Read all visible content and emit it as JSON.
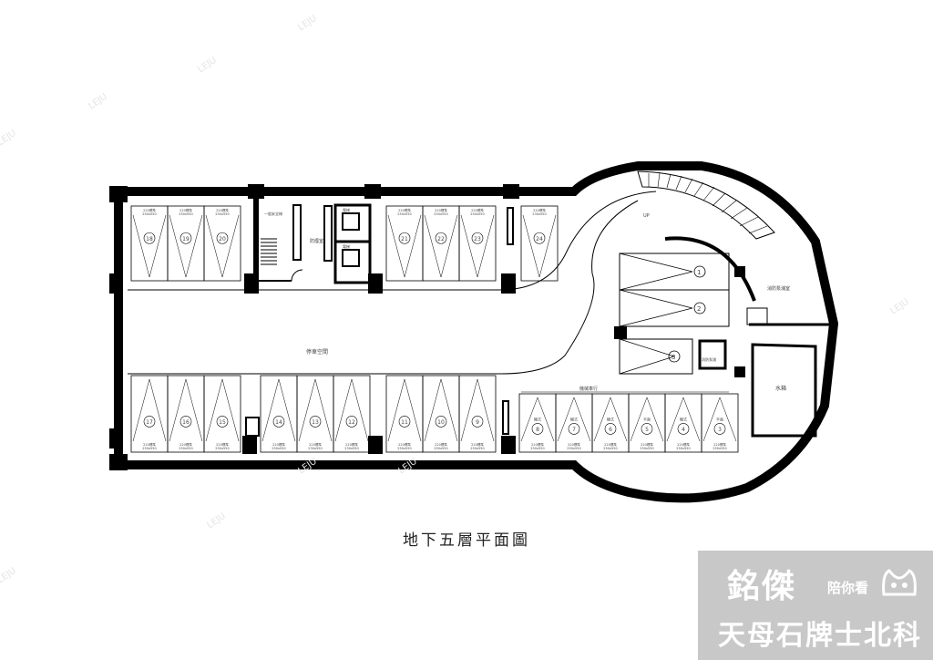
{
  "plan": {
    "title": "地下五層平面圖",
    "parking_area_label": "停車空間",
    "mech_lane_label": "機械車行",
    "fire_equipment_room": "消防泵浦室",
    "water_tank": "水箱",
    "stair_label": "UP",
    "room_labels": {
      "safety_room": "一般安全梯",
      "elevator_a": "電梯",
      "elevator_b": "電梯",
      "shelter": "防煙室",
      "fire_pump": "消防泵浦"
    },
    "top_row_stalls": [
      {
        "n": "18",
        "dim": "250x550",
        "tag": "220標準"
      },
      {
        "n": "19",
        "dim": "250x550",
        "tag": "220標準"
      },
      {
        "n": "20",
        "dim": "250x550",
        "tag": "220標準"
      },
      {
        "n": "21",
        "dim": "250x550",
        "tag": "220標準"
      },
      {
        "n": "22",
        "dim": "250x550",
        "tag": "220標準"
      },
      {
        "n": "23",
        "dim": "250x550",
        "tag": "220標準"
      },
      {
        "n": "24",
        "dim": "230x550",
        "tag": "220標準"
      }
    ],
    "bottom_row_stalls": [
      {
        "n": "17",
        "dim": "250x550",
        "tag": "220標準"
      },
      {
        "n": "16",
        "dim": "250x550",
        "tag": "220標準"
      },
      {
        "n": "15",
        "dim": "250x550",
        "tag": "220標準"
      },
      {
        "n": "14",
        "dim": "250x550",
        "tag": "220標準"
      },
      {
        "n": "13",
        "dim": "230x550",
        "tag": "220標準"
      },
      {
        "n": "12",
        "dim": "230x550",
        "tag": "220標準"
      },
      {
        "n": "11",
        "dim": "250x550",
        "tag": "220標準"
      },
      {
        "n": "10",
        "dim": "250x550",
        "tag": "220標準"
      },
      {
        "n": "9",
        "dim": "250x550",
        "tag": "220標準"
      }
    ],
    "mech_stalls": [
      {
        "n": "8",
        "type": "機式",
        "dim": "250x550",
        "tag": "220標準"
      },
      {
        "n": "7",
        "type": "機式",
        "dim": "250x550",
        "tag": "220標準"
      },
      {
        "n": "6",
        "type": "機式",
        "dim": "250x550",
        "tag": "220標準"
      },
      {
        "n": "5",
        "type": "平面",
        "dim": "250x550",
        "tag": "220標準"
      },
      {
        "n": "4",
        "type": "機式",
        "dim": "250x550",
        "tag": "220標準"
      },
      {
        "n": "3",
        "type": "平面",
        "dim": "250x550",
        "tag": "220標準"
      }
    ],
    "ramp_stalls": [
      "1",
      "2",
      "3"
    ]
  },
  "watermark_text": "LEJU",
  "logo": {
    "top": "銘傑",
    "sub": "陪你看",
    "bottom": "天母石牌士北科"
  }
}
